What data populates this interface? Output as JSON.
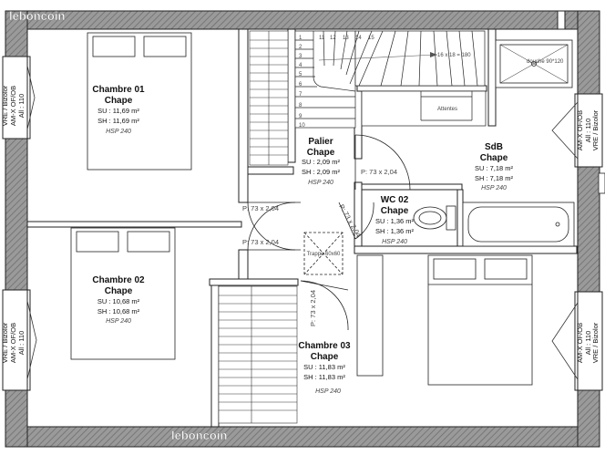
{
  "watermark": "leboncoin",
  "rooms": [
    {
      "id": "chambre-01",
      "name": "Chambre 01",
      "type": "Chape",
      "su": "SU : 11,69 m²",
      "sh": "SH : 11,69 m²",
      "hsp": "HSP 240"
    },
    {
      "id": "chambre-02",
      "name": "Chambre 02",
      "type": "Chape",
      "su": "SU : 10,68 m²",
      "sh": "SH : 10,68 m²",
      "hsp": "HSP 240"
    },
    {
      "id": "chambre-03",
      "name": "Chambre 03",
      "type": "Chape",
      "su": "SU : 11,83 m²",
      "sh": "SH : 11,83 m²",
      "hsp": "HSP 240"
    },
    {
      "id": "palier",
      "name": "Palier",
      "type": "Chape",
      "su": "SU : 2,09 m²",
      "sh": "SH : 2,09 m²",
      "hsp": "HSP 240"
    },
    {
      "id": "wc-02",
      "name": "WC 02",
      "type": "Chape",
      "su": "SU : 1,36 m²",
      "sh": "SH : 1,36 m²",
      "hsp": "HSP 240"
    },
    {
      "id": "sdb",
      "name": "SdB",
      "type": "Chape",
      "su": "SU : 7,18 m²",
      "sh": "SH : 7,18 m²",
      "hsp": "HSP 240"
    }
  ],
  "doors": {
    "chambre01": "P: 73 x 2,04",
    "chambre02": "P: 73 x 2,04",
    "sdb": "P: 73 x 2,04",
    "wc": "P: 73 x 2,04",
    "chambre03": "P: 73 x 2,04"
  },
  "windows": {
    "left_top": [
      "VRE / Bizolor",
      "AM-X OF/OB",
      "All : 110"
    ],
    "left_bottom": [
      "VRE / Bizolor",
      "AM-X OF/OB",
      "All : 110"
    ],
    "right_top": [
      "AM-X OF/OB",
      "All : 110",
      "VRE / Bizolor"
    ],
    "right_bottom": [
      "AM-X OF/OB",
      "All : 110",
      "VRE / Bizolor"
    ]
  },
  "annotations": {
    "trappe": "Trappe 60x60",
    "douche": "douche 90*120",
    "attentes": "Attentes",
    "stair_label": "16 x 18 = 180",
    "stair_steps": [
      "1",
      "2",
      "3",
      "4",
      "5",
      "6",
      "7",
      "8",
      "9",
      "10",
      "11",
      "12",
      "13",
      "14",
      "15"
    ]
  }
}
